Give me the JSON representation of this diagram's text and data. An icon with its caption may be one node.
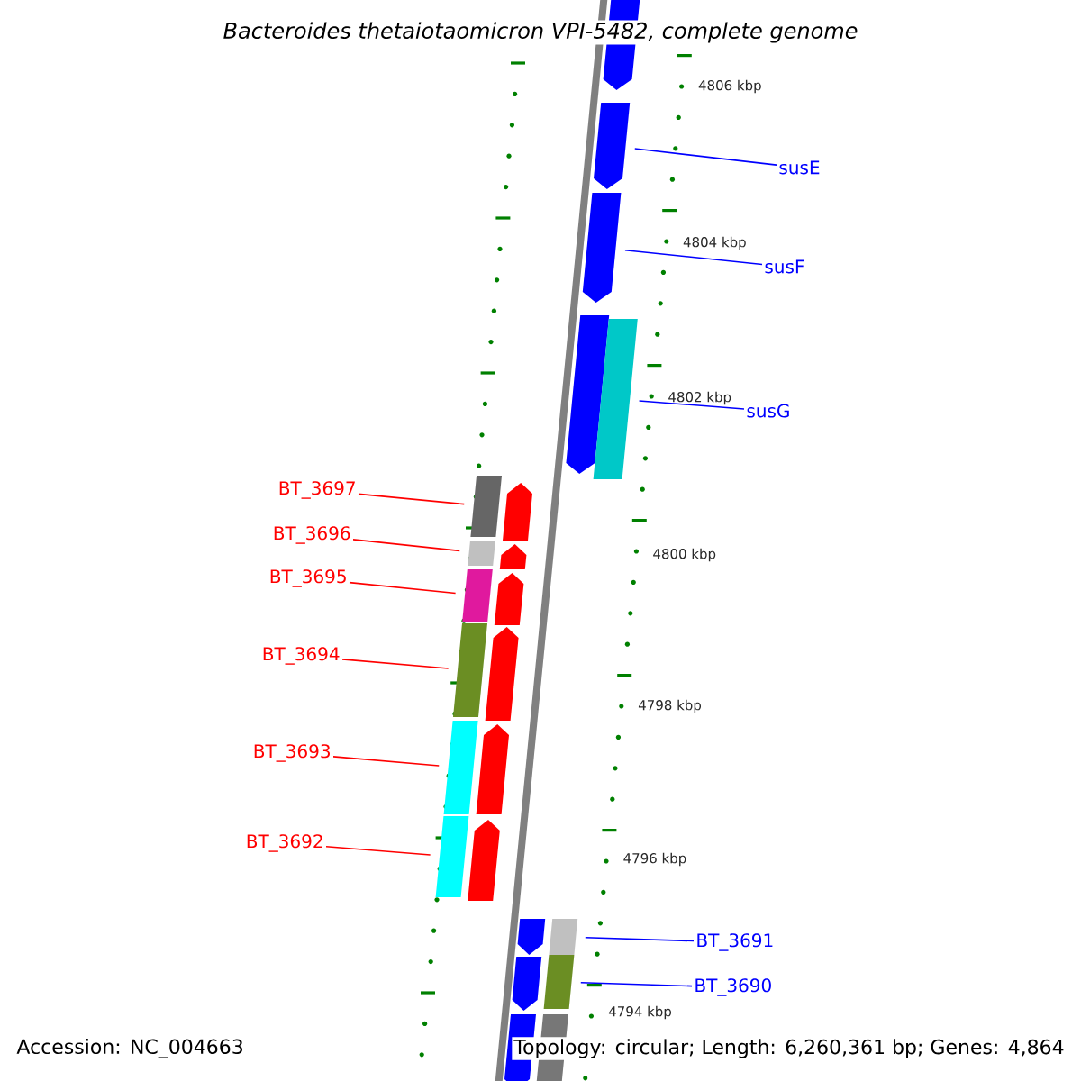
{
  "diagram": {
    "title": "Bacteroides thetaiotaomicron VPI-5482, complete genome",
    "nodes": [
      {
        "text": [
          "susE"
        ]
      },
      {
        "text": [
          "susF"
        ]
      },
      {
        "text": [
          "susG"
        ]
      },
      {
        "text": [
          "BT_3697"
        ]
      },
      {
        "text": [
          "BT_3696"
        ]
      },
      {
        "text": [
          "BT_3695"
        ]
      },
      {
        "text": [
          "BT_3694"
        ]
      },
      {
        "text": [
          "BT_3693"
        ]
      },
      {
        "text": [
          "BT_3692"
        ]
      },
      {
        "text": [
          "BT_3691"
        ]
      },
      {
        "text": [
          "BT_3690"
        ]
      },
      {
        "text": [],
        "shape": "bar"
      },
      {
        "text": [],
        "shape": "bar"
      },
      {
        "text": [],
        "shape": "bar"
      },
      {
        "text": [],
        "shape": "bar"
      },
      {
        "text": [],
        "shape": "bar"
      },
      {
        "text": [],
        "shape": "bar"
      },
      {
        "text": [],
        "shape": "bar"
      },
      {
        "text": [],
        "shape": "bar"
      },
      {
        "text": [],
        "shape": "bar"
      },
      {
        "text": [],
        "shape": "bar"
      },
      {
        "text": [],
        "shape": "bar"
      },
      {
        "text": [],
        "shape": "bar"
      },
      {
        "text": [],
        "shape": "bar"
      },
      {
        "text": [],
        "shape": "bar"
      },
      {
        "text": [],
        "shape": "bar"
      },
      {
        "text": [],
        "shape": "bar"
      },
      {
        "text": [],
        "shape": "bar"
      },
      {
        "text": [],
        "shape": "bar"
      },
      {
        "text": [],
        "shape": "bar"
      },
      {
        "text": [],
        "shape": "bar"
      },
      {
        "text": [],
        "shape": "bar"
      },
      {
        "text": [],
        "shape": "bar"
      },
      {
        "text": [],
        "shape": "bar"
      }
    ],
    "edges": [
      {
        "from": 0,
        "to": 12,
        "arrow": "none",
        "color": "#0000ff"
      },
      {
        "from": 1,
        "to": 13,
        "arrow": "none",
        "color": "#0000ff"
      },
      {
        "from": 2,
        "to": 15,
        "arrow": "none",
        "color": "#0000ff"
      },
      {
        "from": 3,
        "to": 16,
        "arrow": "none"
      },
      {
        "from": 4,
        "to": 18,
        "arrow": "none"
      },
      {
        "from": 5,
        "to": 20,
        "arrow": "none"
      },
      {
        "from": 6,
        "to": 22,
        "arrow": "none"
      },
      {
        "from": 7,
        "to": 24,
        "arrow": "none"
      },
      {
        "from": 8,
        "to": 26,
        "arrow": "none"
      },
      {
        "from": 9,
        "to": 29,
        "arrow": "none",
        "color": "#0000ff"
      },
      {
        "from": 10,
        "to": 31,
        "arrow": "none",
        "color": "#0000ff"
      }
    ],
    "labels": [
      "4806 kbp",
      "4804 kbp",
      "4802 kbp",
      "4800 kbp",
      "4798 kbp",
      "4796 kbp",
      "4794 kbp",
      "Accession: NC_004663",
      "Topology: circular; Length: 6,260,361 bp; Genes: 4,864"
    ]
  }
}
